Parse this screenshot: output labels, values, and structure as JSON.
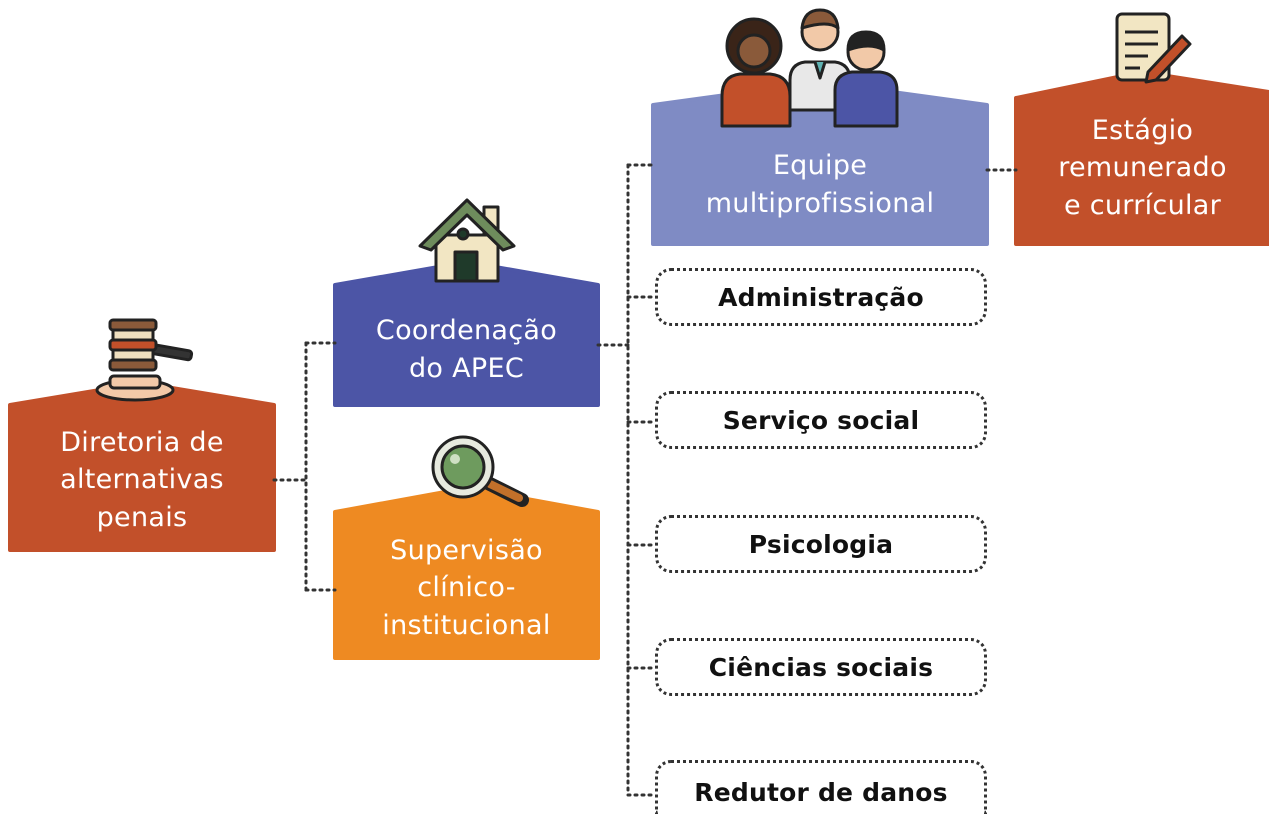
{
  "nodes": {
    "diretoria": {
      "lines": [
        "Diretoria de",
        "alternativas",
        "penais"
      ],
      "color": "#c2502a",
      "icon": "gavel-icon"
    },
    "coordenacao": {
      "lines": [
        "Coordenação",
        "do APEC"
      ],
      "color": "#4c55a6",
      "icon": "house-icon"
    },
    "supervisao": {
      "lines": [
        "Supervisão",
        "clínico-",
        "institucional"
      ],
      "color": "#ee8a22",
      "icon": "magnifier-icon"
    },
    "equipe": {
      "lines": [
        "Equipe",
        "multiprofissional"
      ],
      "color": "#7f8bc4",
      "icon": "team-icon"
    },
    "estagio": {
      "lines": [
        "Estágio",
        "remunerado",
        "e currícular"
      ],
      "color": "#c2502a",
      "icon": "document-pen-icon"
    }
  },
  "teams": [
    {
      "label": "Administração"
    },
    {
      "label": "Serviço social"
    },
    {
      "label": "Psicologia"
    },
    {
      "label": "Ciências sociais"
    },
    {
      "label": "Redutor de danos"
    }
  ]
}
